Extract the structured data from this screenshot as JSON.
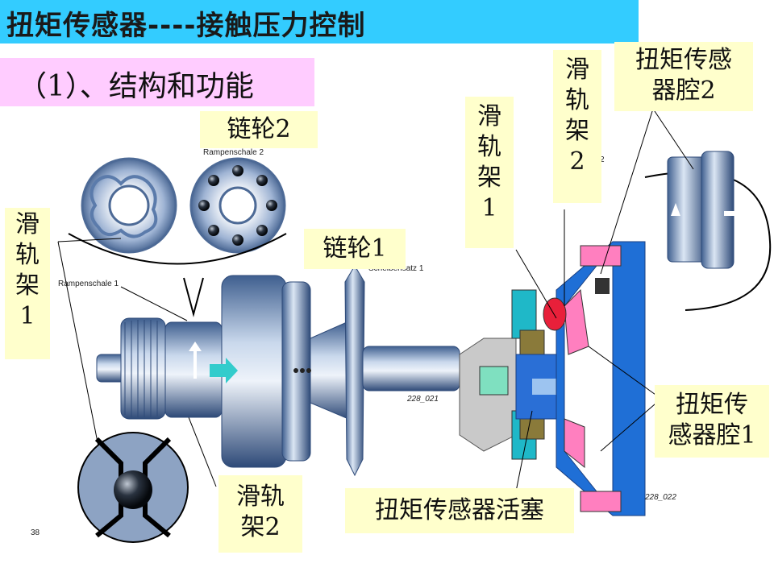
{
  "title": "扭矩传感器----接触压力控制",
  "subtitle": "（1）、结构和功能",
  "labels": {
    "lianlun2": "链轮2",
    "lianlun1": "链轮1",
    "huaguijia1_left": [
      "滑",
      "轨",
      "架",
      "1"
    ],
    "huaguijia1_mid": [
      "滑",
      "轨",
      "架",
      "1"
    ],
    "huaguijia2_top": [
      "滑",
      "轨",
      "架",
      "2"
    ],
    "huaguijia2_bottom": [
      "滑轨",
      "架2"
    ],
    "sensor_chamber2": [
      "扭矩传感",
      "器腔2"
    ],
    "sensor_chamber1": [
      "扭矩传",
      "感器腔1"
    ],
    "sensor_piston": "扭矩传感器活塞"
  },
  "small_text": {
    "rampenschale2": "Rampenschale 2",
    "rampenschale1": "Rampenschale 1",
    "scheibensatz1": "Scheibensatz 1",
    "fig_left": "228_021",
    "fig_right": "228_022",
    "page_number": "38",
    "fragment_2": "2"
  },
  "colors": {
    "title_bar": "#33ccff",
    "subtitle_bg": "#ffccff",
    "label_bg": "#ffffcc",
    "metal_blue": "#6f8fb8",
    "hydraulic_blue": "#1f6fd6",
    "pink": "#ff7fbf",
    "red": "#e8203a",
    "arrow_cyan": "#33cccc"
  }
}
